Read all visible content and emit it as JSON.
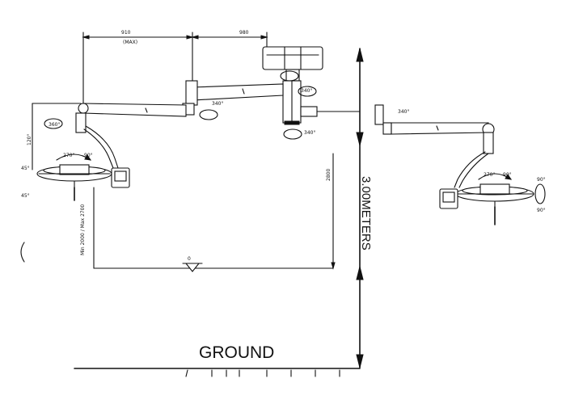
{
  "diagram": {
    "ground_label": "GROUND",
    "height_label": "3.00METERS",
    "dimensions": {
      "top_left_span": "910",
      "top_left_sub": "(MAX)",
      "top_right_span": "980",
      "ceiling_height": "2800",
      "lamp_min_max": "Min 2000 / Max 2700",
      "floor_mark": "0"
    },
    "rotation_marks": {
      "arm_left": "360°",
      "arm_joint": "340°",
      "arm_center_right": "340°",
      "arm_center_down": "340°",
      "arm_right": "340°",
      "head_left_top": "270°",
      "head_left_side": "90°",
      "head_right_top": "270°",
      "head_right_side": "90°",
      "left_margin_a": "45°",
      "left_margin_b": "45°",
      "left_vertical": "120°"
    }
  }
}
